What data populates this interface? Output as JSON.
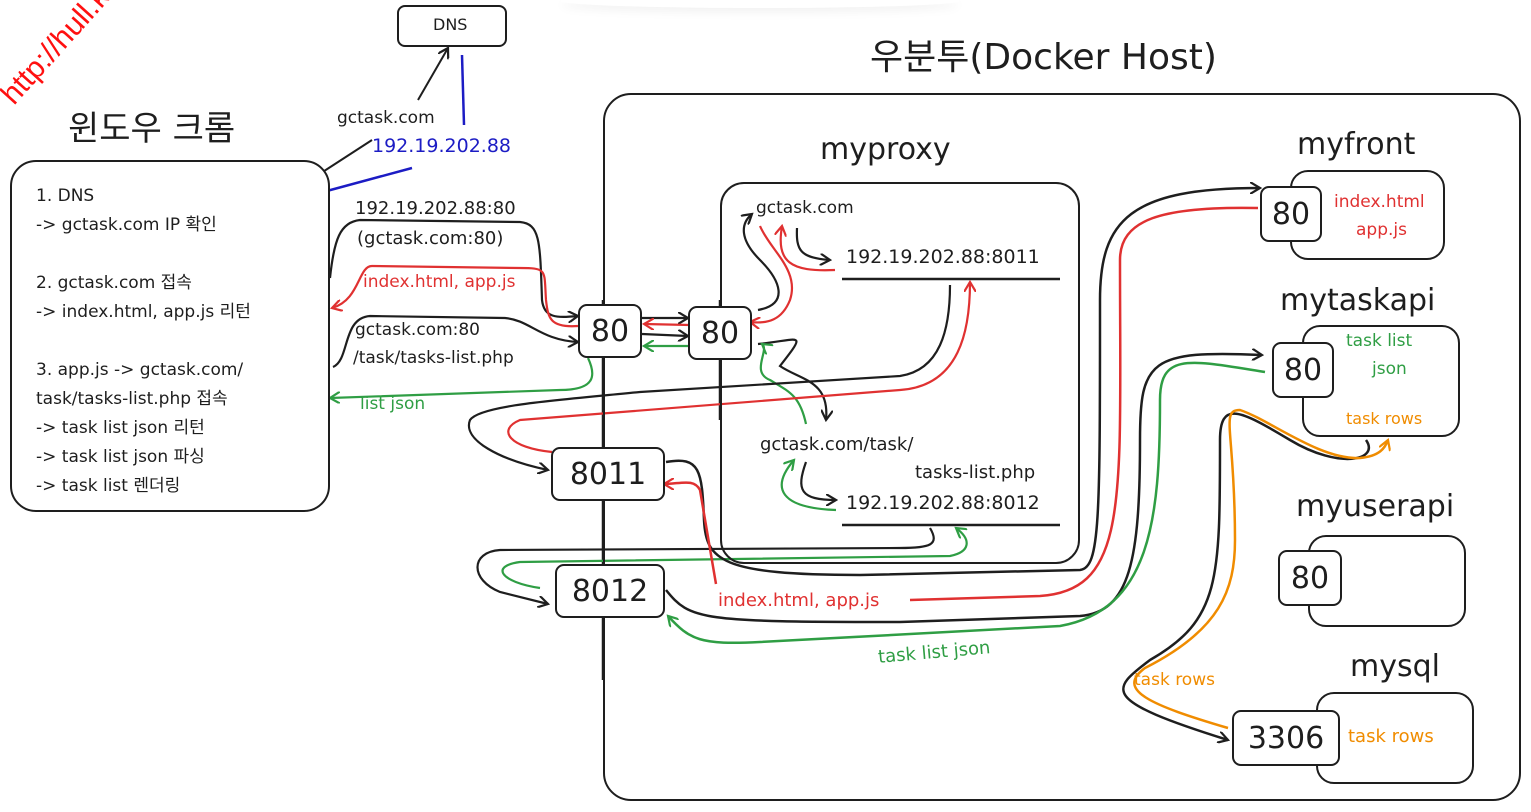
{
  "watermark": "http://hull.kr",
  "dns_box": {
    "label": "DNS"
  },
  "client": {
    "title": "윈도우 크롬",
    "steps": [
      "1. DNS",
      "-> gctask.com IP 확인",
      "",
      "2. gctask.com 접속",
      "-> index.html, app.js 리턴",
      "",
      "3. app.js -> gctask.com/",
      "task/tasks-list.php 접속",
      "-> task list json 리턴",
      "-> task list json 파싱",
      "-> task list 렌더링"
    ]
  },
  "dns_flow": {
    "query": "gctask.com",
    "answer": "192.19.202.88"
  },
  "request_labels": {
    "req1_line1": "192.19.202.88:80",
    "req1_line2": "(gctask.com:80)",
    "resp1": "index.html, app.js",
    "req2_line1": "gctask.com:80",
    "req2_line2": "/task/tasks-list.php",
    "resp2": "list json"
  },
  "host": {
    "title": "우분투(Docker Host)",
    "host_ports": [
      "80",
      "8011",
      "8012"
    ]
  },
  "myproxy": {
    "name": "myproxy",
    "port": "80",
    "rules": [
      {
        "host": "gctask.com",
        "target": "192.19.202.88:8011"
      },
      {
        "host_line1": "gctask.com/task/",
        "host_line2": "tasks-list.php",
        "target": "192.19.202.88:8012"
      }
    ]
  },
  "flow_labels": {
    "front_response": "index.html, app.js",
    "api_response": "task list json",
    "db_response": "task rows"
  },
  "containers": [
    {
      "name": "myfront",
      "port": "80",
      "contents": [
        "index.html",
        "app.js"
      ],
      "color": "red"
    },
    {
      "name": "mytaskapi",
      "port": "80",
      "contents": [
        "task list",
        "json",
        "task rows"
      ],
      "color": "green"
    },
    {
      "name": "myuserapi",
      "port": "80",
      "contents": []
    },
    {
      "name": "mysql",
      "port": "3306",
      "contents": [
        "task rows"
      ],
      "color": "orange"
    }
  ],
  "colors": {
    "ink": "#1e1e1e",
    "red": "#e03131",
    "green": "#2f9e44",
    "blue": "#1c1cc4",
    "orange": "#f08c00"
  }
}
